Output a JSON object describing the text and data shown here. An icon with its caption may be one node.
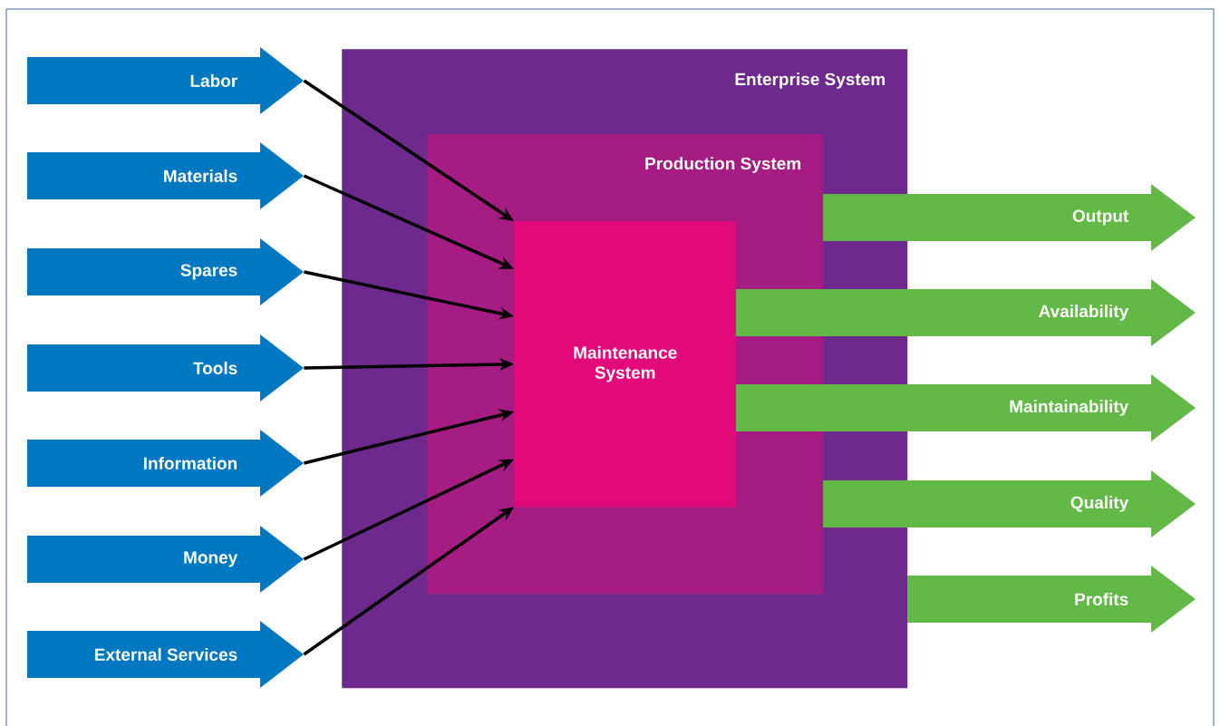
{
  "diagram": {
    "nodes": [
      {
        "text": [
          "Enterprise System"
        ]
      },
      {
        "text": [
          "Production System"
        ],
        "in": 0
      },
      {
        "text": [
          "Maintenance System"
        ],
        "in": 1
      },
      {
        "text": [
          "Labor"
        ]
      },
      {
        "text": [
          "Materials"
        ]
      },
      {
        "text": [
          "Spares"
        ]
      },
      {
        "text": [
          "Tools"
        ]
      },
      {
        "text": [
          "Information"
        ]
      },
      {
        "text": [
          "Money"
        ]
      },
      {
        "text": [
          "External Services"
        ]
      },
      {
        "text": [
          "Output"
        ]
      },
      {
        "text": [
          "Availability"
        ]
      },
      {
        "text": [
          "Maintainability"
        ]
      },
      {
        "text": [
          "Quality"
        ]
      },
      {
        "text": [
          "Profits"
        ]
      }
    ],
    "edges": [
      {
        "from": 3,
        "to": 2,
        "arrow": "to"
      },
      {
        "from": 4,
        "to": 2,
        "arrow": "to"
      },
      {
        "from": 5,
        "to": 2,
        "arrow": "to"
      },
      {
        "from": 6,
        "to": 2,
        "arrow": "to"
      },
      {
        "from": 7,
        "to": 2,
        "arrow": "to"
      },
      {
        "from": 8,
        "to": 2,
        "arrow": "to"
      },
      {
        "from": 9,
        "to": 2,
        "arrow": "to"
      }
    ]
  }
}
